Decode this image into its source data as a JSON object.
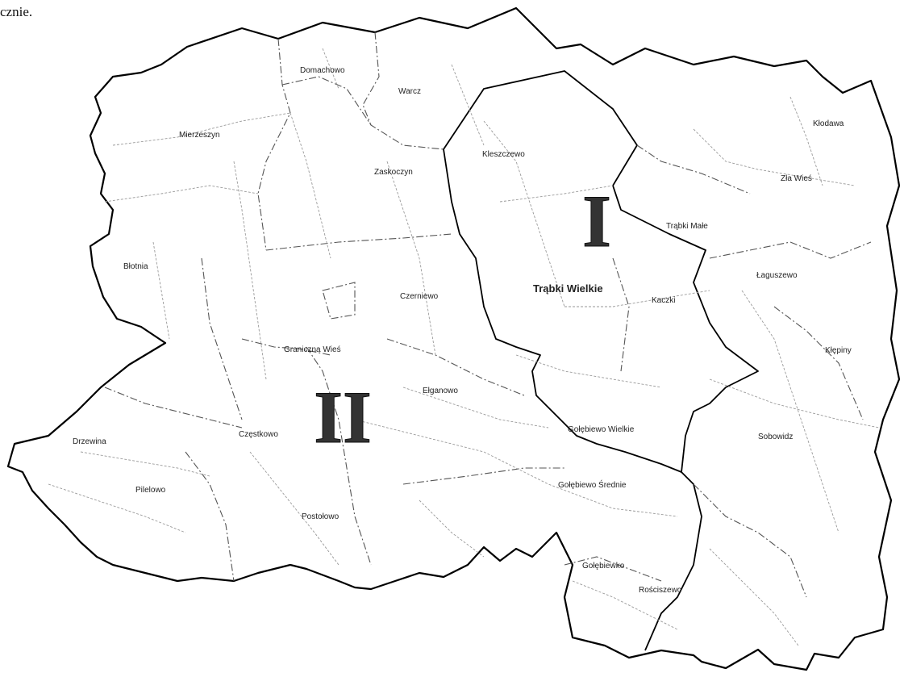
{
  "page": {
    "caption": "cznie."
  },
  "zones": {
    "zone_1": "I",
    "zone_2": "II"
  },
  "localities": {
    "domachowo": "Domachowo",
    "warcz": "Warcz",
    "kleszczewo": "Kleszczewo",
    "klodawa": "Kłodawa",
    "zla_wies": "Zła Wieś",
    "mierzeszyn": "Mierzeszyn",
    "zaskoczyn": "Zaskoczyn",
    "trabki_male": "Trąbki Małe",
    "bielsa": "Błotnia",
    "czerniewo": "Czerniewo",
    "kaczki": "Kaczki",
    "trabki_wielkie": "Trąbki Wielkie",
    "laguszewo": "Łaguszewo",
    "graniczna_wies": "Graniczna Wieś",
    "klepiny": "Kłępiny",
    "eganowo": "Ełganowo",
    "drzewina": "Drzewina",
    "czestkowo": "Częstkowo",
    "golebiewo_wielkie": "Gołębiewo Wielkie",
    "sobowidz": "Sobowidz",
    "pilelowo": "Pilelowo",
    "golebiewo_srednie": "Gołębiewo Średnie",
    "postolowo": "Postołowo",
    "golebiewko": "Gołębiewko",
    "roszczewo": "Rościszewo"
  }
}
